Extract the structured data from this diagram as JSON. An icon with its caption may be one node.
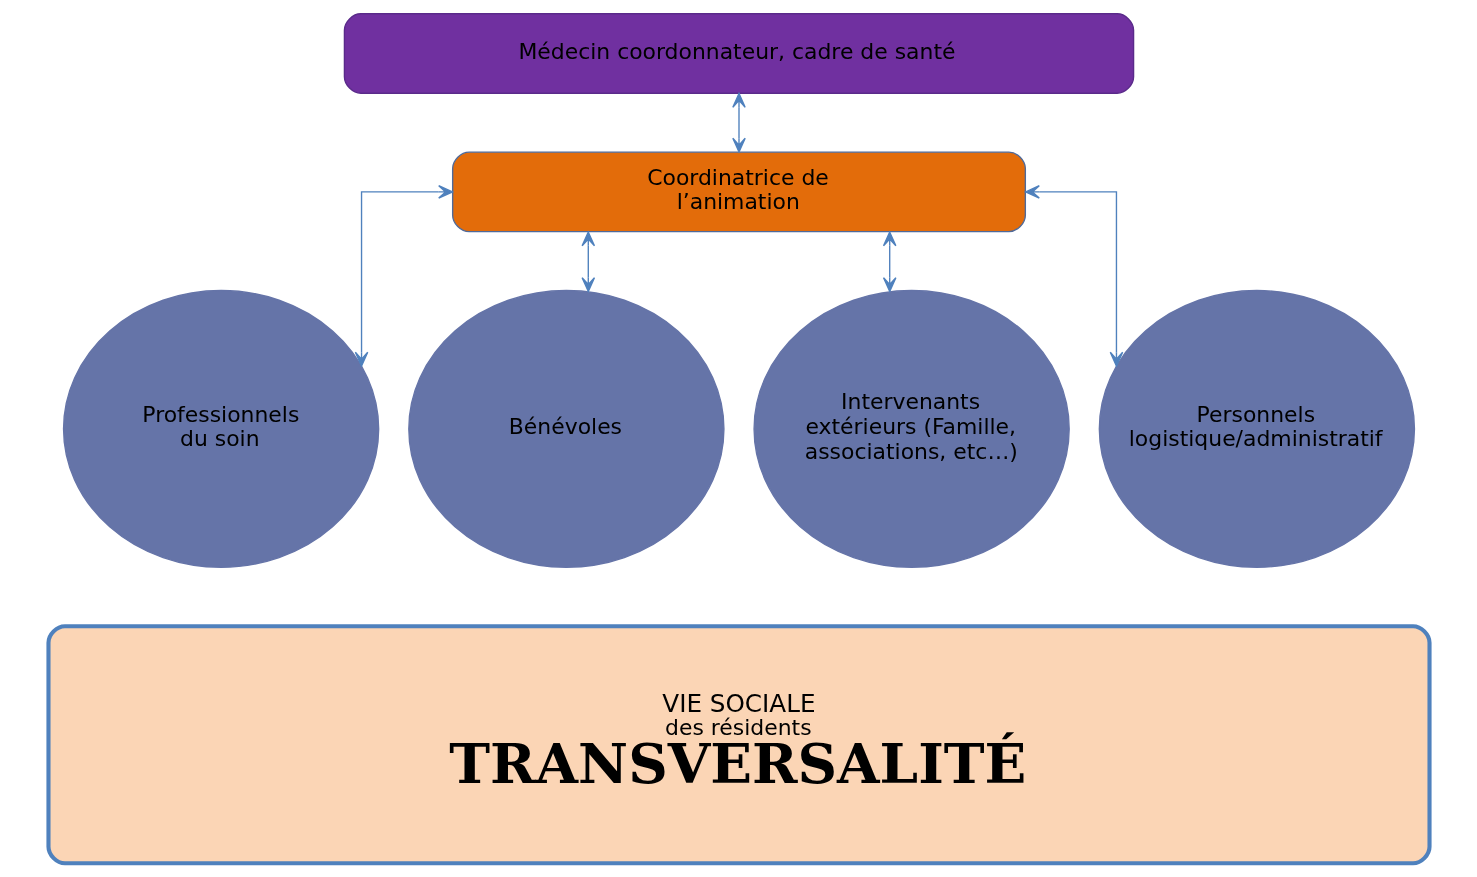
{
  "diagram": {
    "nodes": [
      {
        "text": [
          "Médecin coordonnateur, cadre de santé"
        ]
      },
      {
        "text": [
          "Coordinatrice de l’animation"
        ]
      },
      {
        "text": [
          "Professionnels du soin"
        ]
      },
      {
        "text": [
          "Bénévoles"
        ]
      },
      {
        "text": [
          "Intervenants extérieurs (Famille, associations, etc…)"
        ]
      },
      {
        "text": [
          "Personnels logistique/administratif"
        ]
      },
      {
        "text": [
          "VIE SOCIALE",
          "des résidents",
          "TRANSVERSALITÉ"
        ]
      }
    ],
    "edges": [
      {
        "from": 0,
        "to": 1,
        "arrow": "both"
      },
      {
        "from": 1,
        "to": 2,
        "arrow": "both"
      },
      {
        "from": 1,
        "to": 3,
        "arrow": "both"
      },
      {
        "from": 1,
        "to": 4,
        "arrow": "both"
      },
      {
        "from": 1,
        "to": 5,
        "arrow": "both"
      }
    ]
  }
}
